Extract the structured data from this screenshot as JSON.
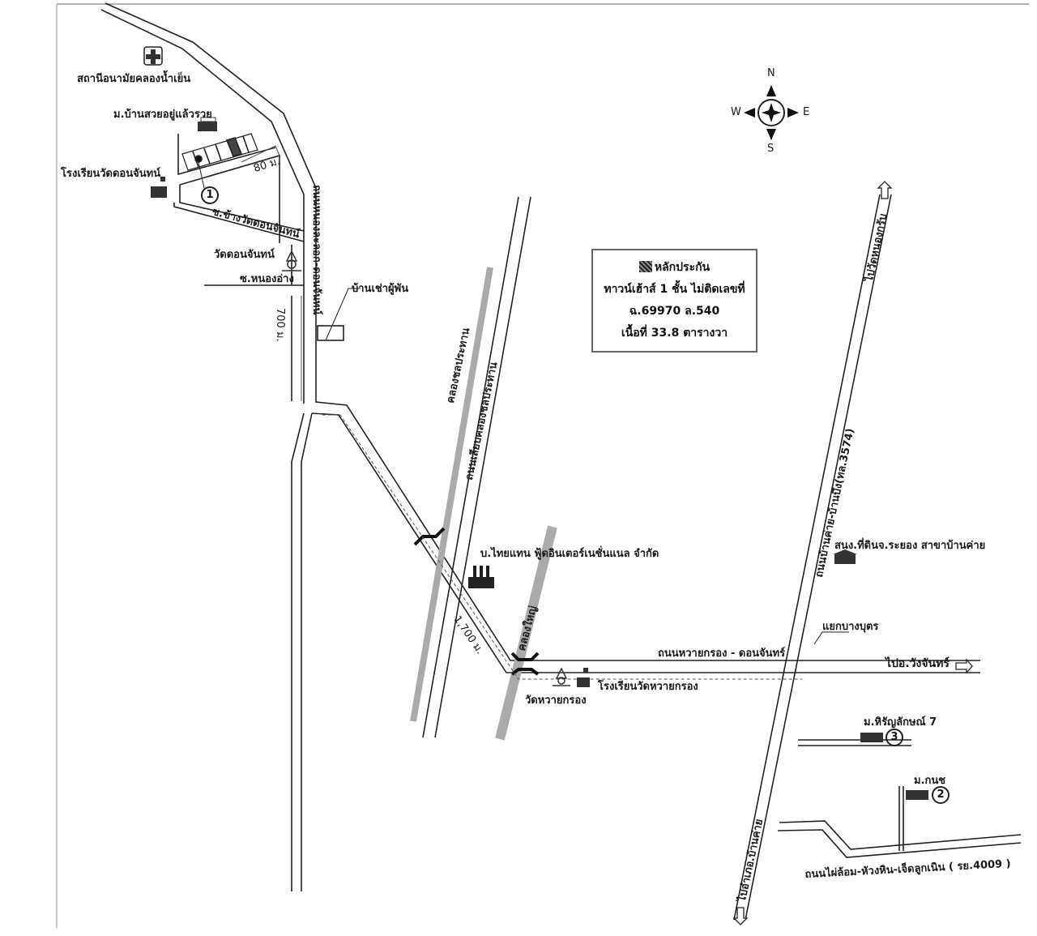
{
  "compass": {
    "n": "N",
    "s": "S",
    "e": "E",
    "w": "W"
  },
  "legend": {
    "title": "หลักประกัน",
    "line1": "ทาวน์เฮ้าส์ 1 ชั้น ไม่ติดเลขที่",
    "line2": "ฉ.69970 ล.540",
    "line3": "เนื้อที่ 33.8 ตารางวา"
  },
  "places": {
    "health_station": "สถานีอนามัยคลองน้ำเย็น",
    "village_suay": "ม.บ้านสวยอยู่แล้วรวย",
    "school_donchan": "โรงเรียนวัดดอนจันทน์",
    "wat_donchan": "วัดดอนจันทน์",
    "rental_house": "บ้านเช่าผู้พัน",
    "factory": "บ.ไทยแทน ฟู้ดอินเตอร์เนชั่นแนล จำกัด",
    "wat_huaikrong": "วัดหวายกรอง",
    "school_huaikrong": "โรงเรียนวัดหวายกรอง",
    "land_office": "สนง.ที่ดินจ.ระยอง สาขาบ้านค่าย",
    "junction": "แยกบางบุตร",
    "village_hirun": "ม.หิรัญลักษณ์ 7",
    "village_kanot": "ม.กนช"
  },
  "roads": {
    "soi_wat": "ซ.ข้างวัดดอนจันทน์",
    "soi_nongang": "ซ.หนองอ่าง",
    "main_road": "ถนนหนองละลอก-ดอนจันทน์",
    "canal_road": "ถนนเลียบคลองชลประทาน",
    "huaikrong_road": "ถนนหวายกรอง - ดอนจันทร์",
    "bankhai_road": "ถนนบ้านค่าย-บ้านบึง(ทล.3574)",
    "pailom_road": "ถนนไผ่ล้อม-หัวงหิน-เจ็ดลูกเนิน ( รย.4009 )",
    "to_wangchan": "ไปอ.วังจันทร์",
    "to_nongkrab": "ไปวัดหนองกรับ",
    "to_bankhai": "ไปอำเภอ.บ้านค่าย"
  },
  "canals": {
    "irrigation": "คลองชลประทาน",
    "yai": "คลองใหญ่"
  },
  "distances": {
    "d80": "80 ม.",
    "d700": "700 ม.",
    "d1700": "1,700 ม."
  },
  "markers": [
    "1",
    "2",
    "3"
  ]
}
